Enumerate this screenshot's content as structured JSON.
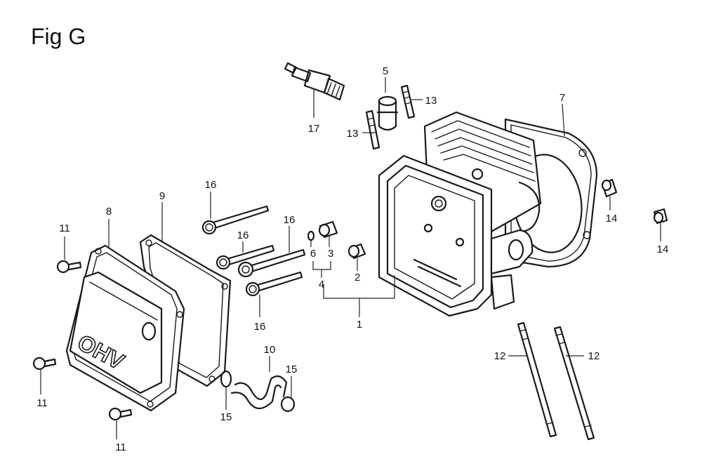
{
  "title": "Fig G",
  "callouts": [
    {
      "id": "c17",
      "text": "17"
    },
    {
      "id": "c5",
      "text": "5"
    },
    {
      "id": "c13a",
      "text": "13"
    },
    {
      "id": "c13b",
      "text": "13"
    },
    {
      "id": "c7",
      "text": "7"
    },
    {
      "id": "c16a",
      "text": "16"
    },
    {
      "id": "c9",
      "text": "9"
    },
    {
      "id": "c8",
      "text": "8"
    },
    {
      "id": "c11a",
      "text": "11"
    },
    {
      "id": "c16b",
      "text": "16"
    },
    {
      "id": "c16c",
      "text": "16"
    },
    {
      "id": "c6",
      "text": "6"
    },
    {
      "id": "c3",
      "text": "3"
    },
    {
      "id": "c4",
      "text": "4"
    },
    {
      "id": "c2",
      "text": "2"
    },
    {
      "id": "c1",
      "text": "1"
    },
    {
      "id": "c16d",
      "text": "16"
    },
    {
      "id": "c14a",
      "text": "14"
    },
    {
      "id": "c14b",
      "text": "14"
    },
    {
      "id": "c12a",
      "text": "12"
    },
    {
      "id": "c12b",
      "text": "12"
    },
    {
      "id": "c10",
      "text": "10"
    },
    {
      "id": "c15a",
      "text": "15"
    },
    {
      "id": "c15b",
      "text": "15"
    },
    {
      "id": "c11b",
      "text": "11"
    },
    {
      "id": "c11c",
      "text": "11"
    }
  ],
  "cover_text": "OHV"
}
